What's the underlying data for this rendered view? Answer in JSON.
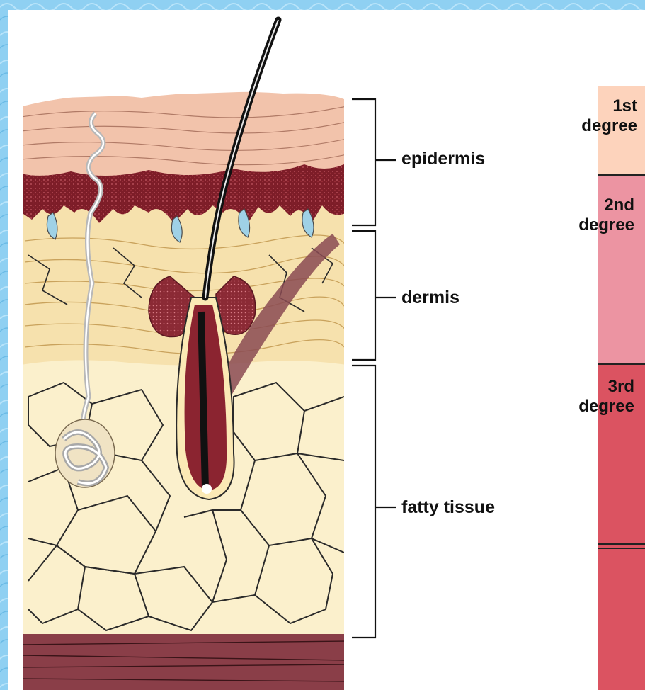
{
  "diagram": {
    "layers": [
      {
        "id": "epidermis",
        "label": "epidermis"
      },
      {
        "id": "dermis",
        "label": "dermis"
      },
      {
        "id": "fatty",
        "label": "fatty tissue"
      }
    ],
    "burn_scale": [
      {
        "id": "first",
        "number": "1st",
        "word": "degree",
        "color": "#fdd3bc"
      },
      {
        "id": "second",
        "number": "2nd",
        "word": "degree",
        "color": "#ec94a2"
      },
      {
        "id": "third",
        "number": "3rd",
        "word": "degree",
        "color": "#db5361"
      }
    ]
  },
  "colors": {
    "background": "#8fd0f2",
    "epidermis_top": "#f2c3ab",
    "epidermis_base": "#7d1d28",
    "dermis": "#f6e1ad",
    "fatty_tissue": "#fbf0cc",
    "muscle": "#8a3e48",
    "sweat_gland": "#bfbfbf",
    "hair": "#1a1a1a"
  }
}
